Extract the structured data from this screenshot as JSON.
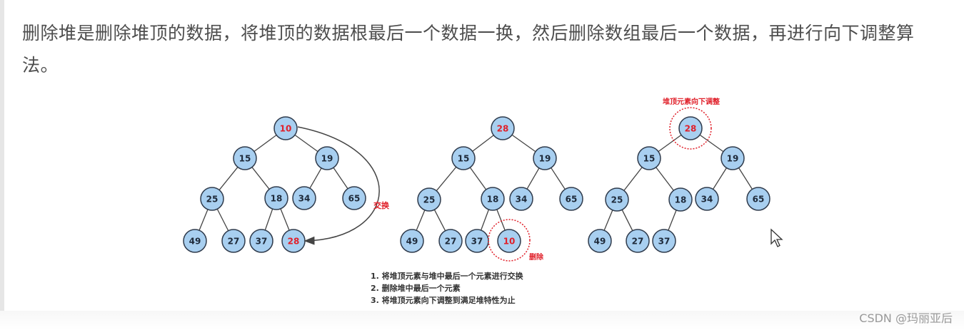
{
  "paragraph": "删除堆是删除堆顶的数据，将堆顶的数据根最后一个数据一换，然后删除数组最后一个数据，再进行向下调整算法。",
  "colors": {
    "node_fill": "#a8cff0",
    "node_stroke": "#2f3b4c",
    "edge": "#444444",
    "highlight_text": "#e0202a",
    "annotation": "#e0202a",
    "normal_text": "#1e2a3a"
  },
  "trees": [
    {
      "nodes": [
        "10",
        "15",
        "19",
        "25",
        "18",
        "34",
        "65",
        "49",
        "27",
        "37",
        "28"
      ],
      "highlight_nodes": [
        "10",
        "28"
      ],
      "swap_label": "交换"
    },
    {
      "nodes": [
        "28",
        "15",
        "19",
        "25",
        "18",
        "34",
        "65",
        "49",
        "27",
        "37",
        "10"
      ],
      "highlight_nodes": [
        "28",
        "10"
      ],
      "delete_label": "删除"
    },
    {
      "nodes": [
        "28",
        "15",
        "19",
        "25",
        "18",
        "34",
        "65",
        "49",
        "27",
        "37"
      ],
      "highlight_nodes": [
        "28"
      ],
      "adjust_label": "堆顶元素向下调整"
    }
  ],
  "steps": [
    "1. 将堆顶元素与堆中最后一个元素进行交换",
    "2. 删除堆中最后一个元素",
    "3. 将堆顶元素向下调整到满足堆特性为止"
  ],
  "watermark": "CSDN @玛丽亚后",
  "cursor_icon": "mouse-pointer-icon"
}
